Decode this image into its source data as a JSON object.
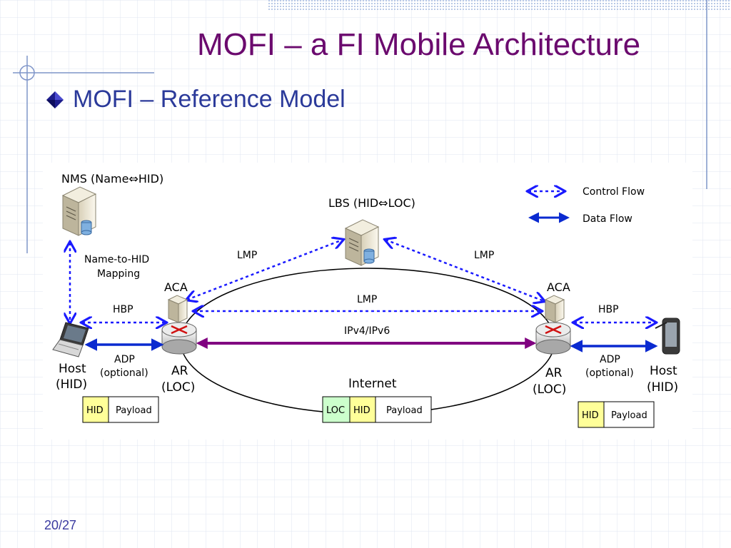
{
  "slide": {
    "title": "MOFI – a FI Mobile Architecture",
    "bullet_prefix": "MOFI",
    "bullet_rest": " – Reference Model",
    "page_number": "20/27"
  },
  "diagram": {
    "nms_label": "NMS (Name⇔HID)",
    "lbs_label": "LBS (HID⇔LOC)",
    "name_to_hid_1": "Name-to-HID",
    "name_to_hid_2": "Mapping",
    "lmp_left": "LMP",
    "lmp_right": "LMP",
    "lmp_middle": "LMP",
    "aca_left": "ACA",
    "aca_right": "ACA",
    "hbp_left": "HBP",
    "hbp_right": "HBP",
    "ipv": "IPv4/IPv6",
    "adp_left": "ADP",
    "adp_left_opt": "(optional)",
    "adp_right": "ADP",
    "adp_right_opt": "(optional)",
    "host_left_1": "Host",
    "host_left_2": "(HID)",
    "host_right_1": "Host",
    "host_right_2": "(HID)",
    "ar_left_1": "AR",
    "ar_left_2": "(LOC)",
    "ar_right_1": "AR",
    "ar_right_2": "(LOC)",
    "internet": "Internet",
    "legend_control": "Control Flow",
    "legend_data": "Data Flow",
    "packet_left": [
      "HID",
      "Payload"
    ],
    "packet_middle": [
      "LOC",
      "HID",
      "Payload"
    ],
    "packet_right": [
      "HID",
      "Payload"
    ]
  },
  "colors": {
    "title": "#6b0a6e",
    "bullet_text": "#2b3a9a",
    "control_flow": "#1a1aff",
    "data_flow": "#0a2ad0",
    "ipv_link": "#800080",
    "hid_box": "#ffff99",
    "loc_box": "#ccffcc"
  }
}
